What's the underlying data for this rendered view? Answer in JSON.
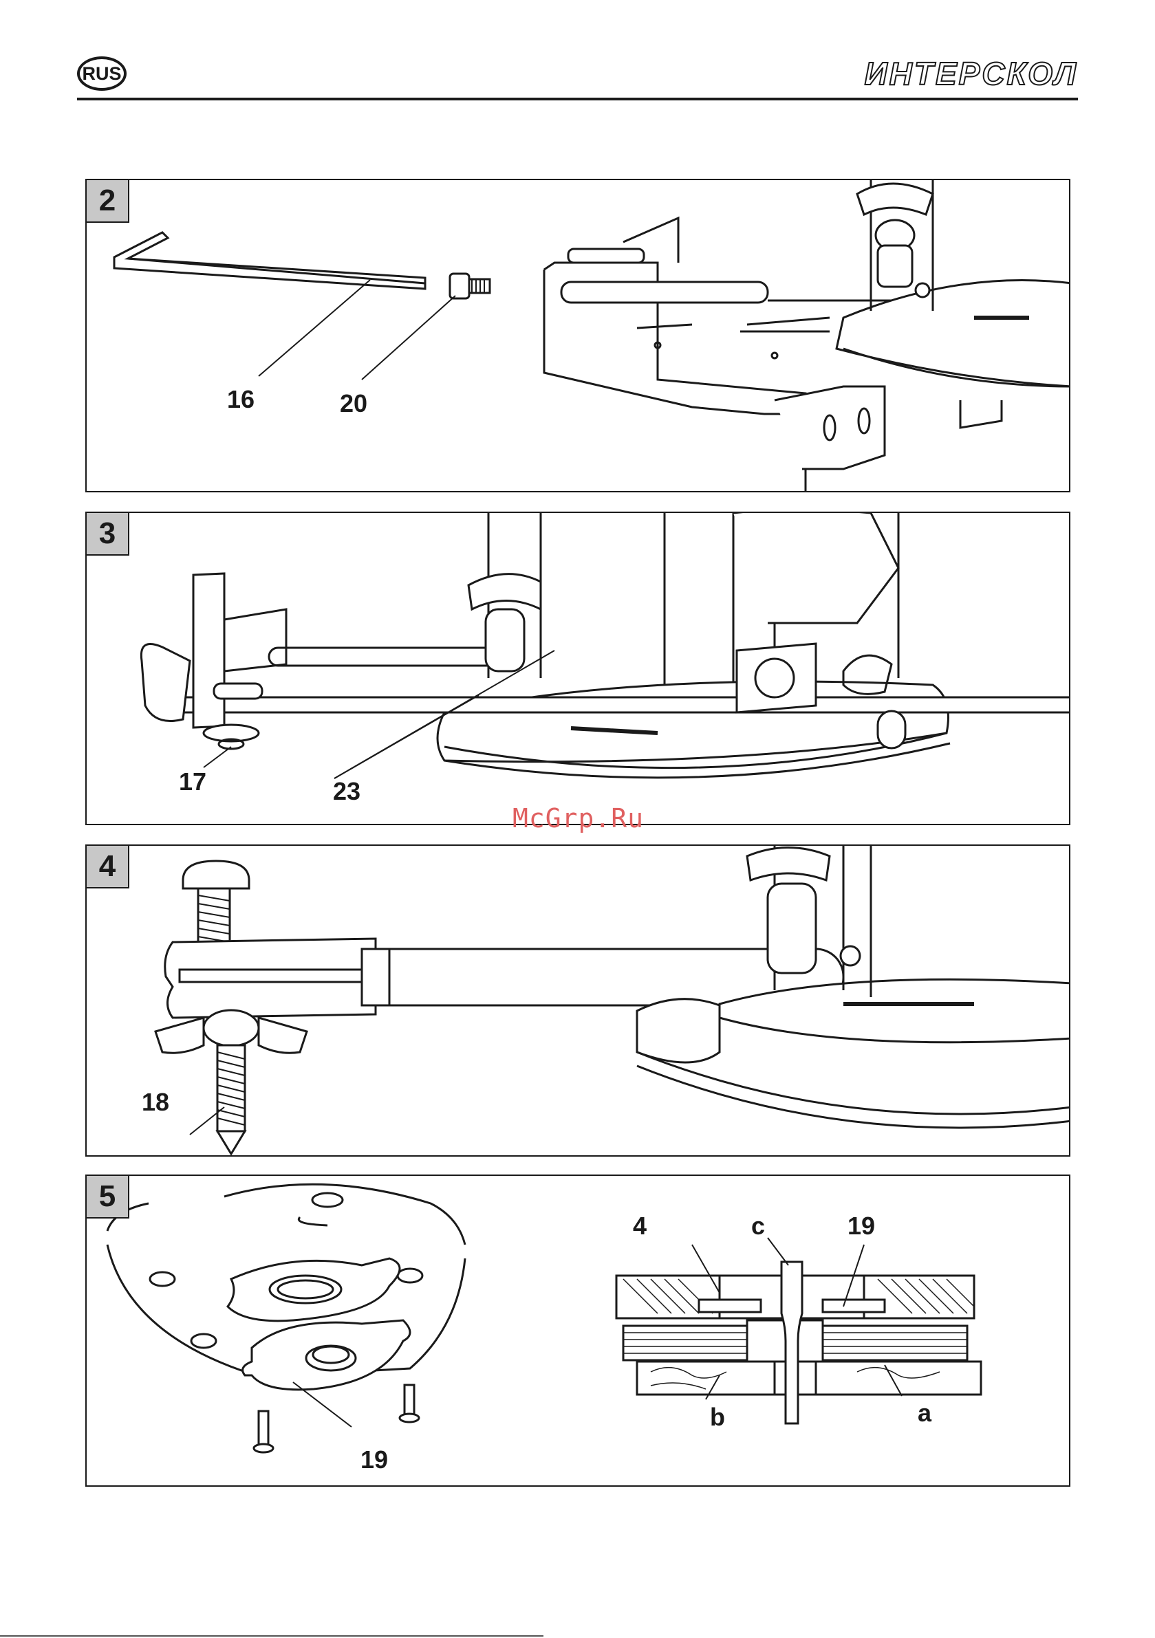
{
  "header": {
    "lang_badge": "RUS",
    "brand": "ИНТЕРСКОЛ"
  },
  "panels": [
    {
      "number": "2",
      "callouts": [
        "16",
        "20"
      ]
    },
    {
      "number": "3",
      "callouts": [
        "17",
        "23"
      ]
    },
    {
      "number": "4",
      "callouts": [
        "18"
      ]
    },
    {
      "number": "5",
      "callouts": [
        "19",
        "4",
        "c",
        "19",
        "b",
        "a"
      ]
    }
  ],
  "watermark": "McGrp.Ru"
}
